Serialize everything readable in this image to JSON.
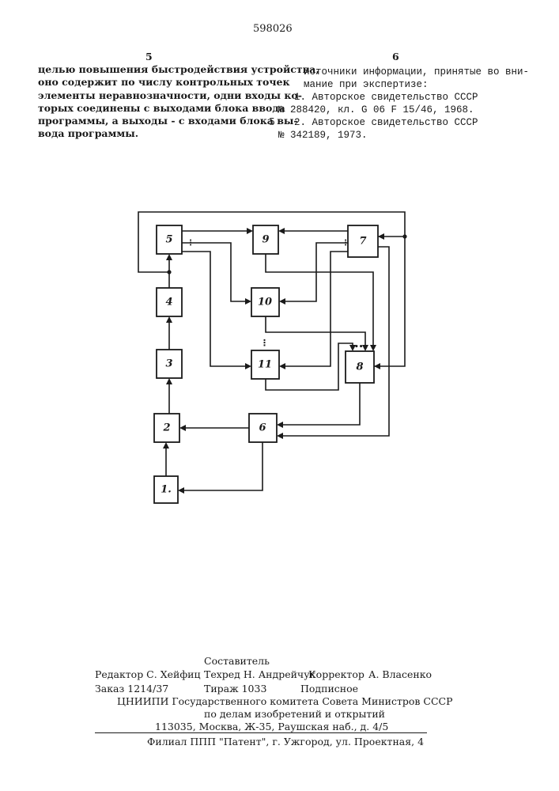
{
  "header": {
    "patent_number": "598026",
    "page_left": "5",
    "page_right": "6"
  },
  "left_column": {
    "lines": [
      "целью повышения быстродействия устройства,",
      "оно содержит по числу контрольных точек",
      "элементы неравнозначности, одни входы ко-",
      "торых соединены с выходами блока ввода",
      "программы, а выходы - с входами блока вы-",
      "вода программы."
    ],
    "margin_number": "5"
  },
  "right_column": {
    "lines": [
      "Источники информации, принятые во вни-",
      "мание при экспертизе:",
      "1.  Авторское свидетельство СССР",
      "№ 288420, кл. G 06 F 15/46, 1968.",
      "2. Авторское свидетельство СССР",
      "№ 342189, 1973."
    ]
  },
  "diagram": {
    "blocks": [
      {
        "id": "1",
        "label": "1."
      },
      {
        "id": "2",
        "label": "2"
      },
      {
        "id": "3",
        "label": "3"
      },
      {
        "id": "4",
        "label": "4"
      },
      {
        "id": "5",
        "label": "5"
      },
      {
        "id": "6",
        "label": "6"
      },
      {
        "id": "7",
        "label": "7"
      },
      {
        "id": "8",
        "label": "8"
      },
      {
        "id": "9",
        "label": "9"
      },
      {
        "id": "10",
        "label": "10"
      },
      {
        "id": "11",
        "label": "11"
      }
    ]
  },
  "footer": {
    "composer": "Составитель",
    "line1": {
      "editor": "Редактор С. Хейфиц",
      "techred": "Техред Н. Андрейчук",
      "corrector_label": "Корректор",
      "corrector": "А. Власенко"
    },
    "line2": {
      "order": "Заказ 1214/37",
      "circulation": "Тираж 1033",
      "subscription": "Подписное"
    },
    "org1": "ЦНИИПИ Государственного комитета Совета Министров СССР",
    "org2": "по делам изобретений и открытий",
    "address": "113035, Москва, Ж-35, Раушская наб., д. 4/5",
    "branch": "Филиал ППП \"Патент\", г. Ужгород, ул. Проектная, 4"
  }
}
